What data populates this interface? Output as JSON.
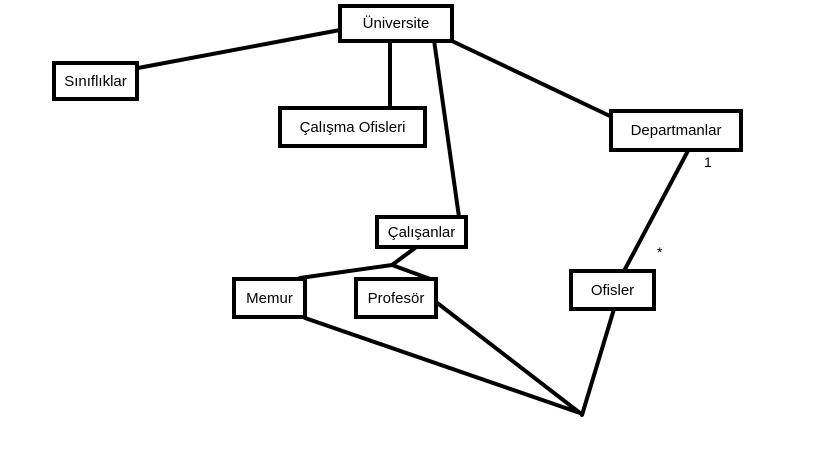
{
  "nodes": {
    "universite": "Üniversite",
    "siniflar": "Sınıflıklar",
    "calisma_ofisleri": "Çalışma Ofisleri",
    "departmanlar": "Departmanlar",
    "calisanlar": "Çalışanlar",
    "memur": "Memur",
    "profesor": "Profesör",
    "ofisler": "Ofisler"
  },
  "multiplicities": {
    "departmanlar_end": "1",
    "ofisler_end": "*"
  }
}
